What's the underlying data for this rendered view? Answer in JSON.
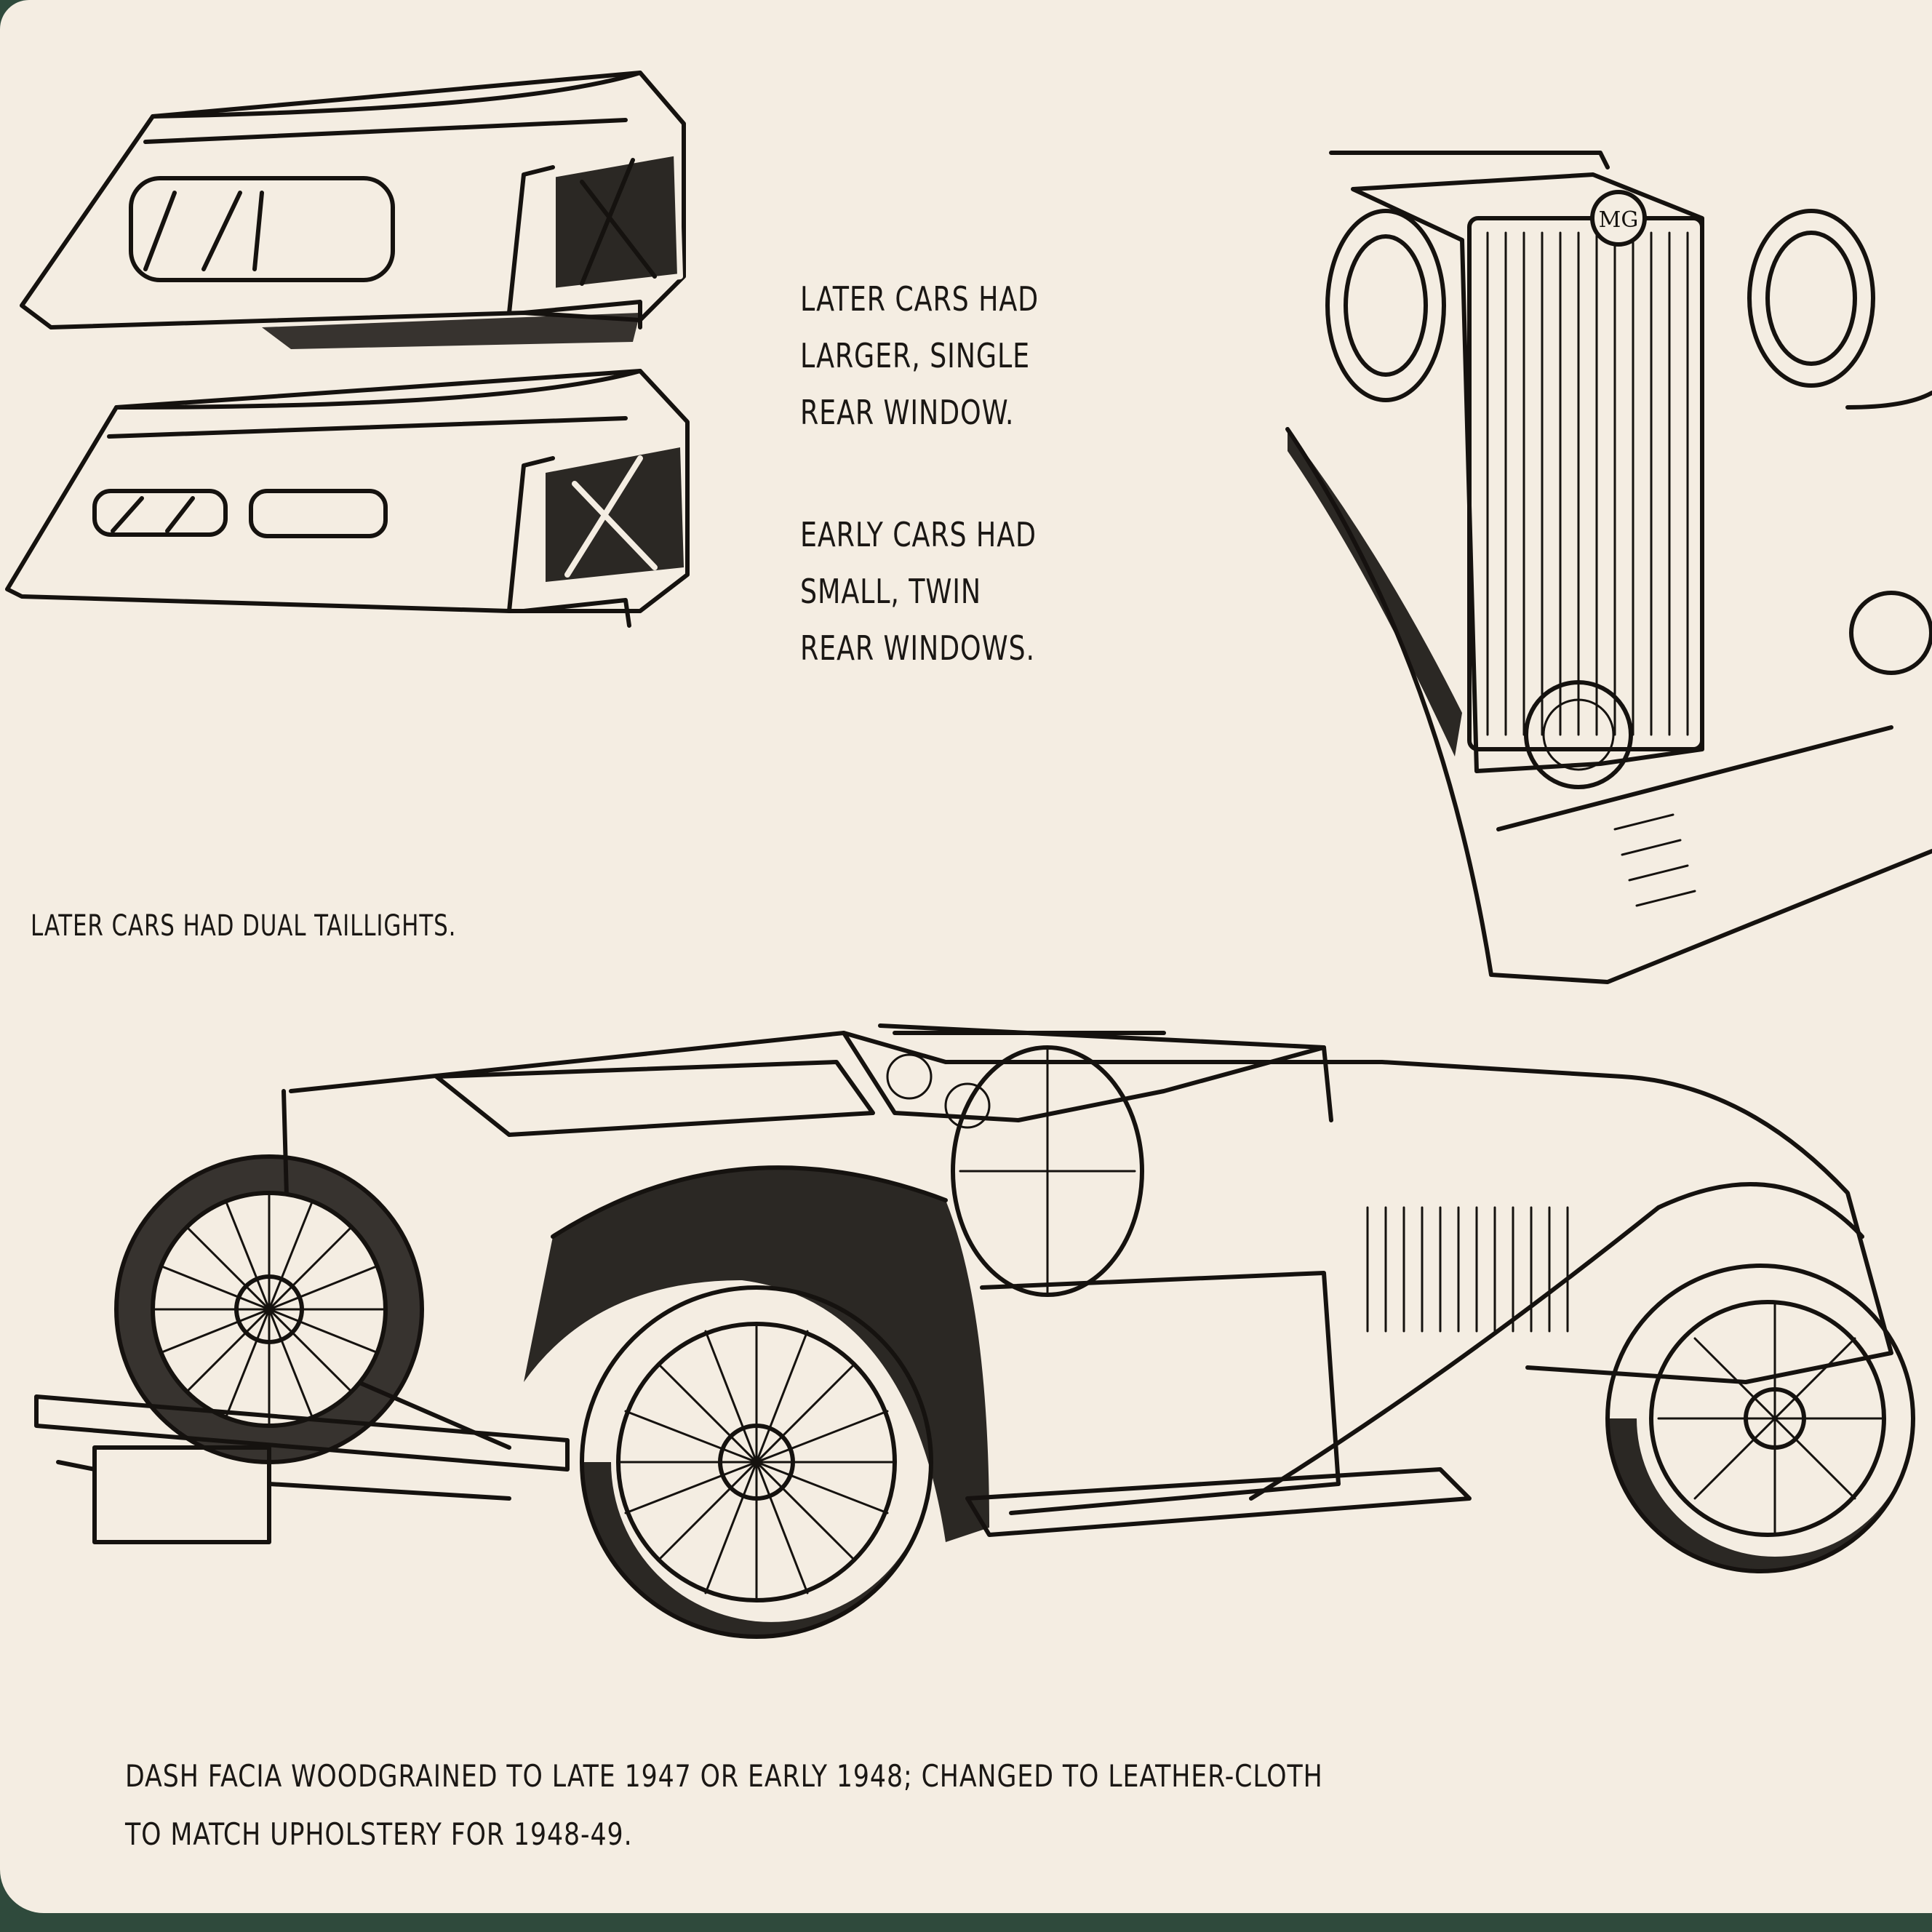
{
  "captions": {
    "window_note_later": [
      "LATER CARS HAD",
      "LARGER, SINGLE",
      "REAR WINDOW."
    ],
    "window_note_early": [
      "EARLY CARS HAD",
      "SMALL, TWIN",
      "REAR WINDOWS."
    ],
    "taillights_note": "LATER CARS HAD DUAL TAILLIGHTS.",
    "dash_note": [
      "DASH FACIA WOODGRAINED TO LATE 1947 OR EARLY 1948; CHANGED TO LEATHER-CLOTH",
      "TO MATCH UPHOLSTERY FOR 1948-49."
    ]
  },
  "grille_badge": "MG",
  "colors": {
    "paper": "#f4ede2",
    "ink": "#15120f",
    "backdrop": "#2f4a3c"
  }
}
